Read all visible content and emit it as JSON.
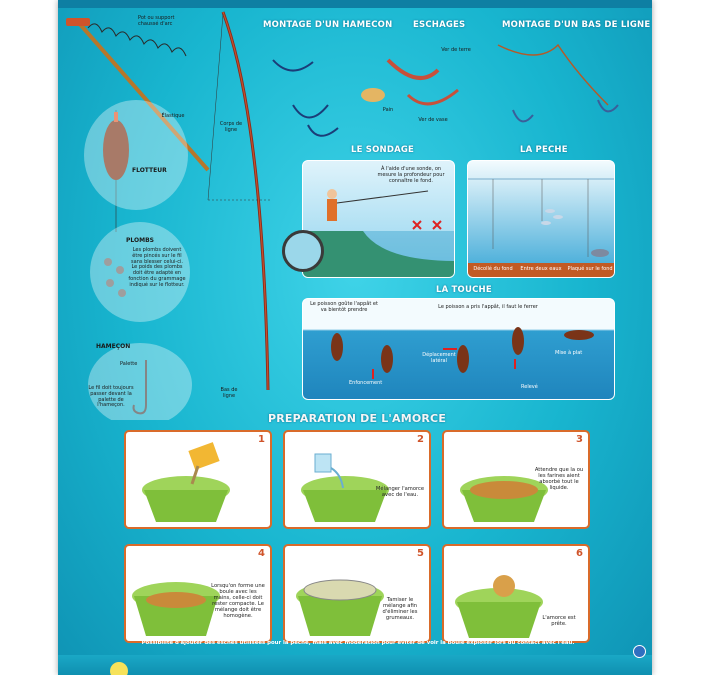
{
  "sections": {
    "montage_hamecon": "MONTAGE D'UN HAMECON",
    "eschages": "ESCHAGES",
    "montage_bas_de_ligne": "MONTAGE D'UN BAS DE LIGNE",
    "sondage": "LE SONDAGE",
    "peche": "LA PECHE",
    "touche": "LA TOUCHE",
    "amorce": "PREPARATION DE L'AMORCE"
  },
  "rod": {
    "lbl_top": "Pot ou support chaussé d'arc",
    "lbl_elastique": "Élastique",
    "lbl_flotteur": "FLOTTEUR",
    "lbl_plombs": "PLOMBS",
    "lbl_plombs_text": "Les plombs doivent être pincés sur le fil sans blesser celui-ci. Le poids des plombs doit être adapté en fonction du grammage indiqué sur le flotteur.",
    "lbl_hamecon": "HAMEÇON",
    "lbl_palette": "Palette",
    "lbl_fil": "Le fil doit toujours passer devant la palette de l'hameçon.",
    "lbl_corps": "Corps de ligne",
    "lbl_bas": "Bas de ligne"
  },
  "eschages_labels": {
    "ver_terre": "Ver de terre",
    "ver_vase": "Ver de vase",
    "pain": "Pain"
  },
  "sondage_caption": "À l'aide d'une sonde, on mesure la profondeur pour connaître le fond.",
  "peche_captions": [
    "Décollé du fond",
    "Entre deux eaux",
    "Plaqué sur le fond"
  ],
  "touche": {
    "top_left": "Le poisson goûte l'appât et va bientôt prendre",
    "top_right": "Le poisson a pris l'appât, il faut le ferrer",
    "enfoncement": "Enfoncement",
    "deplacement": "Déplacement latéral",
    "releve": "Relevé",
    "mise_a_plat": "Mise à plat"
  },
  "steps": [
    {
      "num": "1",
      "caption": ""
    },
    {
      "num": "2",
      "caption": "Mélanger l'amorce avec de l'eau."
    },
    {
      "num": "3",
      "caption": "Attendre que la ou les farines aient absorbé tout le liquide."
    },
    {
      "num": "4",
      "caption": "Lorsqu'on forme une boule avec les mains, celle-ci doit rester compacte. Le mélange doit être homogène."
    },
    {
      "num": "5",
      "caption": "Tamiser le mélange afin d'éliminer les grumeaux."
    },
    {
      "num": "6",
      "caption": "L'amorce est prête."
    }
  ],
  "footer": "Possibilité d'ajouter des esches utilisées pour la pêche, mais avec modération pour éviter de voir la boule exploser lors du contact avec l'eau.",
  "colors": {
    "poster_bg": "#18b5cf",
    "accent": "#d96b2a",
    "bucket": "#7fbf3a"
  }
}
